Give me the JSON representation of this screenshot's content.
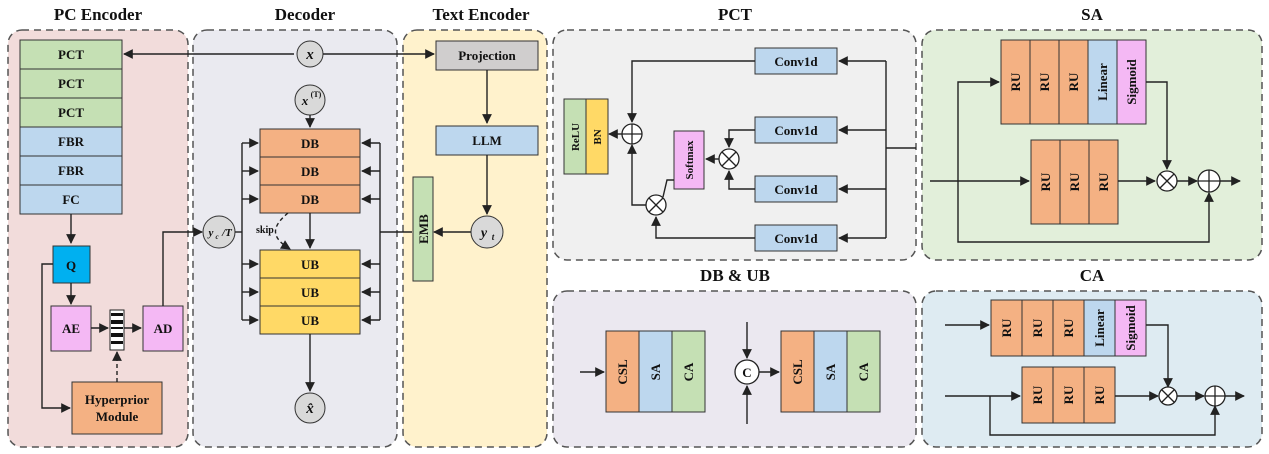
{
  "titles": {
    "pc_encoder": "PC Encoder",
    "decoder": "Decoder",
    "text_encoder": "Text Encoder",
    "pct": "PCT",
    "sa": "SA",
    "db_ub": "DB & UB",
    "ca": "CA"
  },
  "pc_encoder": {
    "layers": [
      "PCT",
      "PCT",
      "PCT",
      "FBR",
      "FBR",
      "FC"
    ],
    "q": "Q",
    "ae": "AE",
    "ad": "AD",
    "hyperprior_line1": "Hyperprior",
    "hyperprior_line2": "Module"
  },
  "decoder": {
    "x": "x",
    "xT": "x",
    "xT_sup": "(T)",
    "db": [
      "DB",
      "DB",
      "DB"
    ],
    "ub": [
      "UB",
      "UB",
      "UB"
    ],
    "skip": "skip",
    "x_hat": "x̂",
    "yc": "y",
    "yc_sub": "c",
    "yc_rest": "/T"
  },
  "text_encoder": {
    "projection": "Projection",
    "llm": "LLM",
    "emb": "EMB",
    "yt": "y",
    "yt_sub": "t"
  },
  "pct_detail": {
    "conv": [
      "Conv1d",
      "Conv1d",
      "Conv1d",
      "Conv1d"
    ],
    "softmax": "Softmax",
    "relu": "ReLU",
    "bn": "BN"
  },
  "sa_detail": {
    "top": [
      "RU",
      "RU",
      "RU",
      "Linear",
      "Sigmoid"
    ],
    "bottom": [
      "RU",
      "RU",
      "RU"
    ]
  },
  "ca_detail": {
    "top": [
      "RU",
      "RU",
      "RU",
      "Linear",
      "Sigmoid"
    ],
    "bottom": [
      "RU",
      "RU",
      "RU"
    ]
  },
  "dbub_detail": {
    "left": [
      "CSL",
      "SA",
      "CA"
    ],
    "concat": "C",
    "right": [
      "CSL",
      "SA",
      "CA"
    ]
  },
  "colors": {
    "green": "#c5e0b4",
    "blue": "#bdd7ee",
    "pink": "#f4b8f4",
    "orange": "#f4b183",
    "yellow": "#ffd966",
    "gray": "#d0cece"
  }
}
